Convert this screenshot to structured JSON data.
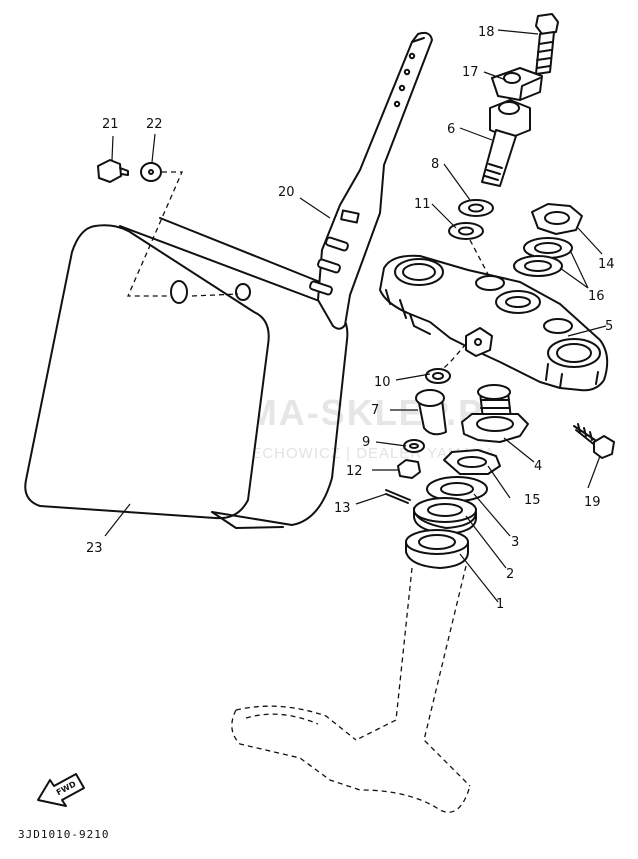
{
  "watermark": {
    "brand": "YAMA-SKLEP.PL",
    "tagline": "WOJCIECHOWICZ | DEALER YAMAHA",
    "accent_color": "#e05a5a"
  },
  "diagram": {
    "code": "3JD1010-9210",
    "fwd_label": "FWD"
  },
  "callouts": [
    {
      "num": "1",
      "part": "bearing-lower"
    },
    {
      "num": "2",
      "part": "bearing-race"
    },
    {
      "num": "3",
      "part": "dust-seal"
    },
    {
      "num": "4",
      "part": "ring-nut"
    },
    {
      "num": "5",
      "part": "upper-bracket"
    },
    {
      "num": "6",
      "part": "handlebar-holder"
    },
    {
      "num": "7",
      "part": "collar"
    },
    {
      "num": "8",
      "part": "washer"
    },
    {
      "num": "9",
      "part": "washer-small"
    },
    {
      "num": "10",
      "part": "rubber-damper"
    },
    {
      "num": "11",
      "part": "damper"
    },
    {
      "num": "12",
      "part": "nut"
    },
    {
      "num": "13",
      "part": "cotter-pin"
    },
    {
      "num": "14",
      "part": "steering-nut"
    },
    {
      "num": "15",
      "part": "lock-washer"
    },
    {
      "num": "16",
      "part": "washers"
    },
    {
      "num": "17",
      "part": "upper-holder"
    },
    {
      "num": "18",
      "part": "bolt"
    },
    {
      "num": "19",
      "part": "pinch-bolt"
    },
    {
      "num": "20",
      "part": "number-plate-stay"
    },
    {
      "num": "21",
      "part": "screw"
    },
    {
      "num": "22",
      "part": "washer-plate"
    },
    {
      "num": "23",
      "part": "number-plate"
    }
  ]
}
